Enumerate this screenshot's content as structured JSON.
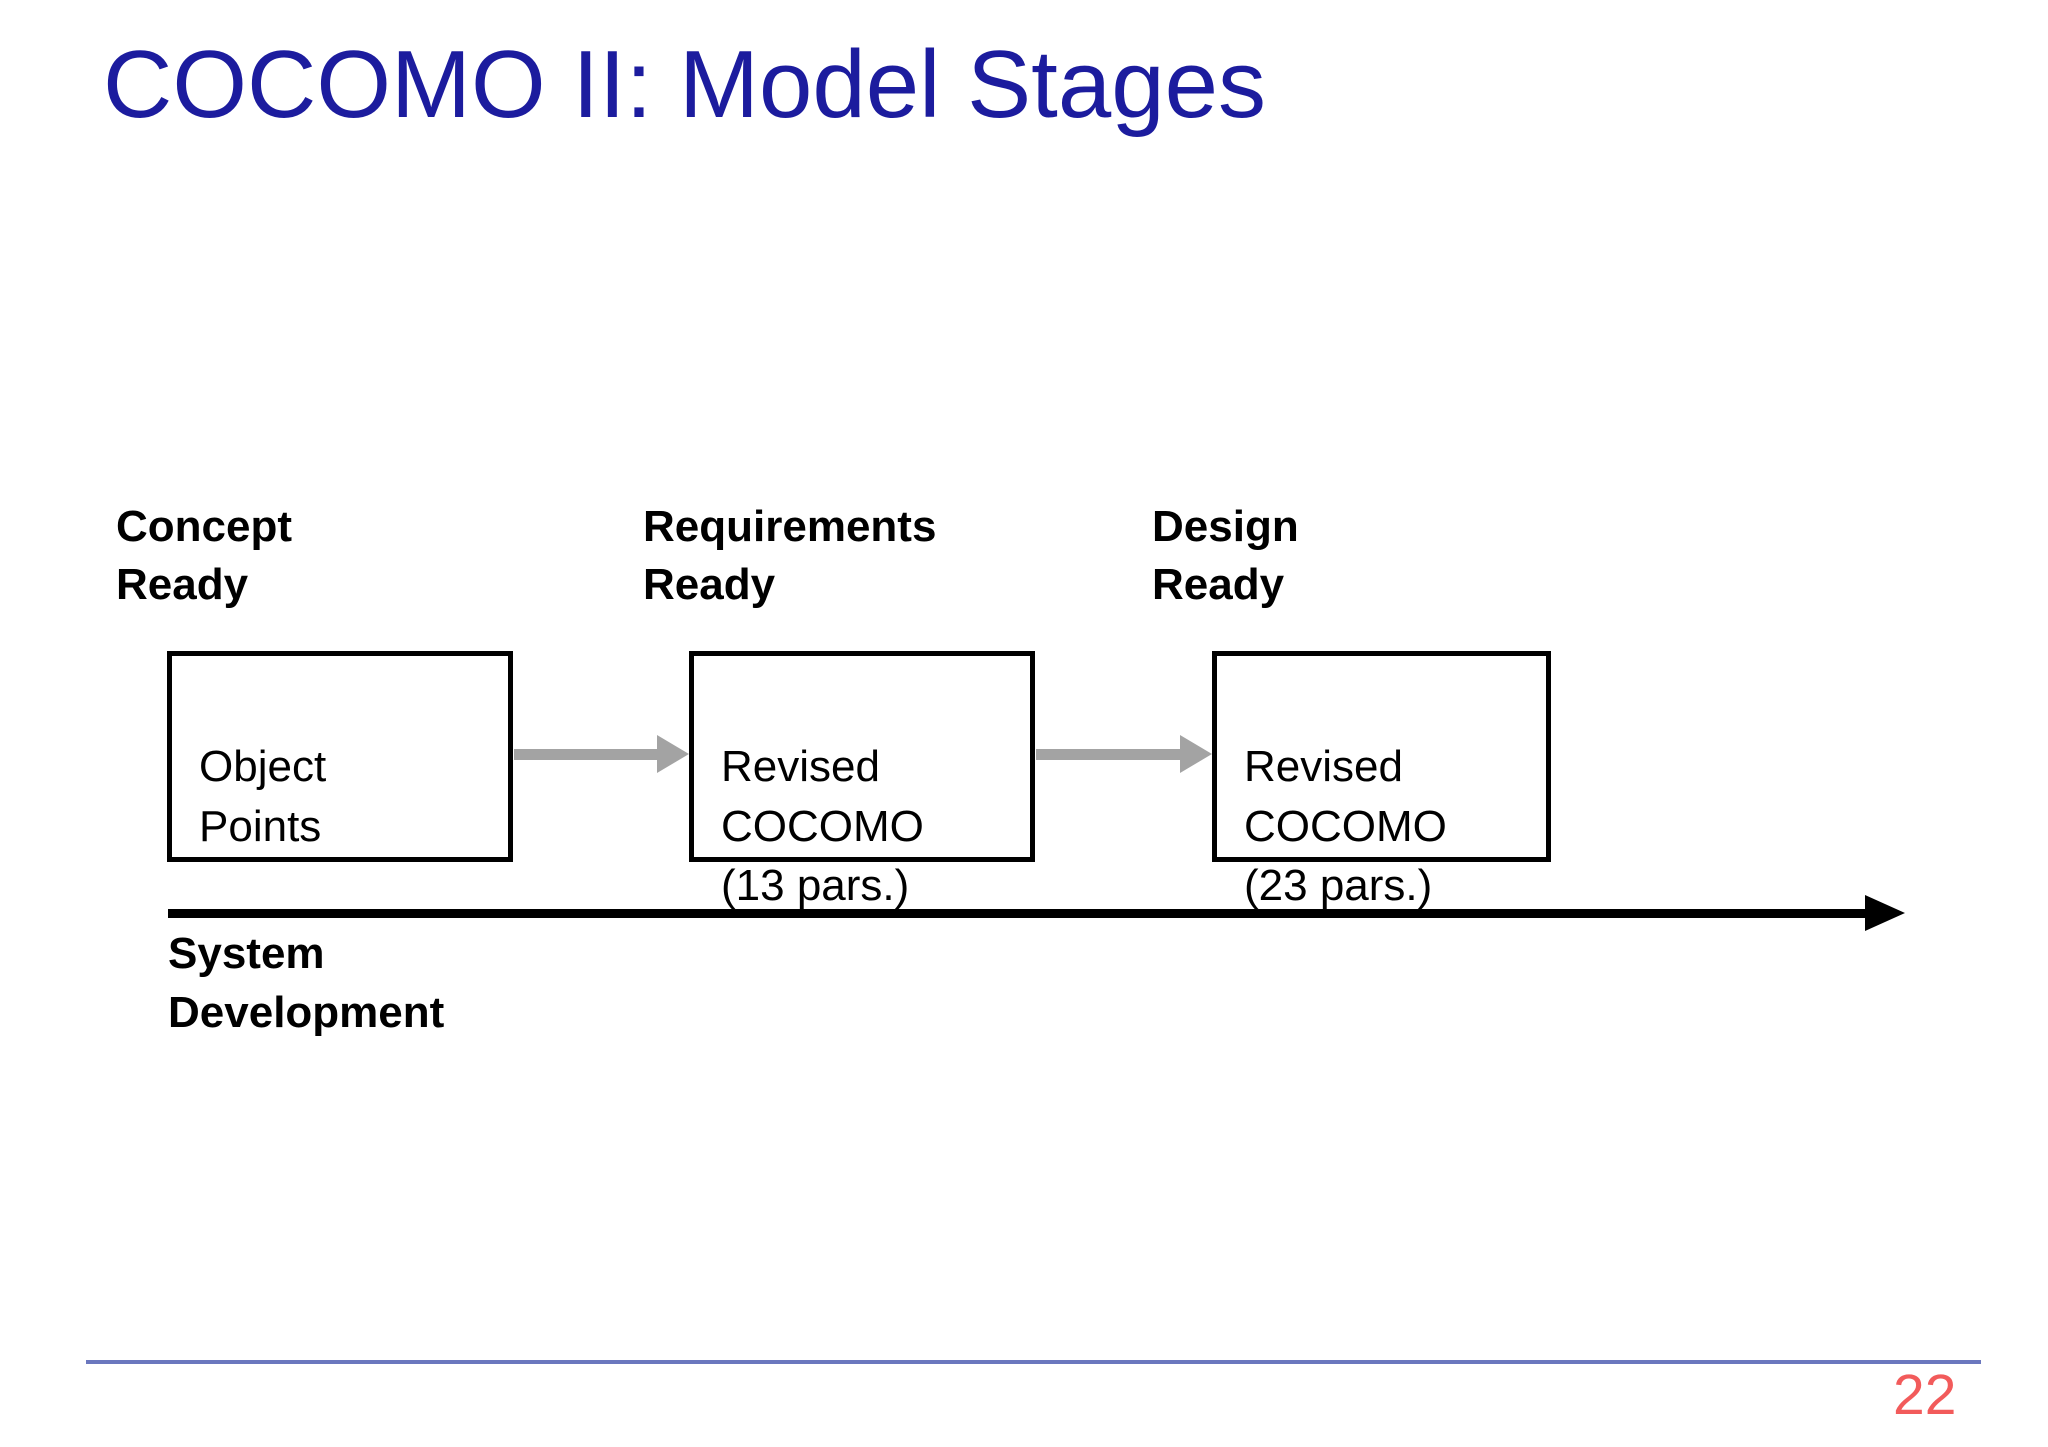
{
  "slide": {
    "title": "COCOMO II: Model Stages",
    "page_number": "22"
  },
  "colors": {
    "background_color": "#FFFFFF",
    "title_color": "#1C1C9E",
    "text_color": "#000000",
    "box_border_color": "#000000",
    "stage_arrow_color": "#A3A3A3",
    "timeline_color": "#000000",
    "footer_line_color": "#6B77BE",
    "page_number_color": "#F25B5B"
  },
  "diagram": {
    "stages": [
      {
        "milestone_label": "Concept\nReady",
        "box_label": "Object\nPoints"
      },
      {
        "milestone_label": "Requirements\nReady",
        "box_label": "Revised\nCOCOMO\n(13 pars.)"
      },
      {
        "milestone_label": "Design\nReady",
        "box_label": "Revised\nCOCOMO\n(23 pars.)"
      }
    ],
    "flow_arrow_icons": [
      "right-arrow",
      "right-arrow"
    ],
    "timeline": {
      "label": "System\nDevelopment",
      "arrow_icon": "right-arrow"
    }
  }
}
